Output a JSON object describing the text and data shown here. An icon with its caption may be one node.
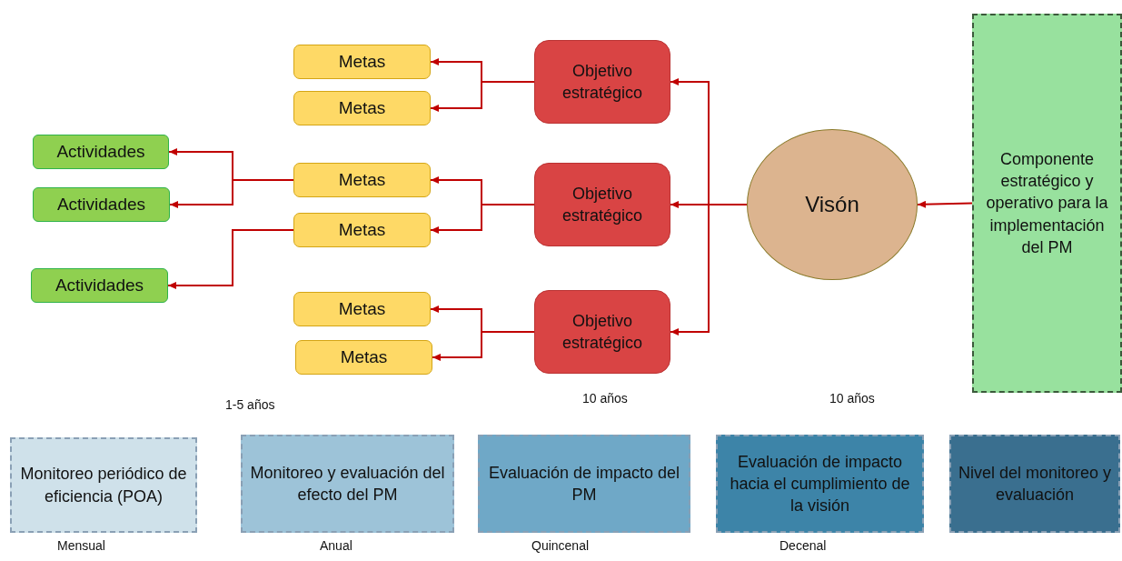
{
  "diagram": {
    "nodes": [
      {
        "text": [
          "Componente estratégico y operativo para la implementación del PM"
        ]
      },
      {
        "text": [
          "Visón"
        ]
      },
      {
        "text": [
          "Objetivo estratégico"
        ]
      },
      {
        "text": [
          "Objetivo estratégico"
        ]
      },
      {
        "text": [
          "Objetivo estratégico"
        ]
      },
      {
        "text": [
          "Metas"
        ]
      },
      {
        "text": [
          "Metas"
        ]
      },
      {
        "text": [
          "Metas"
        ]
      },
      {
        "text": [
          "Metas"
        ]
      },
      {
        "text": [
          "Metas"
        ]
      },
      {
        "text": [
          "Metas"
        ]
      },
      {
        "text": [
          "Actividades"
        ]
      },
      {
        "text": [
          "Actividades"
        ]
      },
      {
        "text": [
          "Actividades"
        ]
      },
      {
        "text": [
          "Monitoreo periódico de eficiencia (POA)"
        ]
      },
      {
        "text": [
          "Monitoreo y evaluación del efecto del PM"
        ]
      },
      {
        "text": [
          "Evaluación de impacto del PM"
        ]
      },
      {
        "text": [
          "Evaluación de impacto hacia el cumplimiento de la visión"
        ]
      },
      {
        "text": [
          "Nivel del monitoreo y evaluación"
        ]
      }
    ],
    "edges": [
      {
        "from": 0,
        "to": 1,
        "arrow": "to"
      },
      {
        "from": 1,
        "to": 2,
        "arrow": "to"
      },
      {
        "from": 1,
        "to": 3,
        "arrow": "to"
      },
      {
        "from": 1,
        "to": 4,
        "arrow": "to"
      },
      {
        "from": 2,
        "to": 5,
        "arrow": "to"
      },
      {
        "from": 2,
        "to": 6,
        "arrow": "to"
      },
      {
        "from": 3,
        "to": 7,
        "arrow": "to"
      },
      {
        "from": 3,
        "to": 8,
        "arrow": "to"
      },
      {
        "from": 4,
        "to": 9,
        "arrow": "to"
      },
      {
        "from": 4,
        "to": 10,
        "arrow": "to"
      },
      {
        "from": 7,
        "to": 11,
        "arrow": "to"
      },
      {
        "from": 7,
        "to": 12,
        "arrow": "to"
      },
      {
        "from": 8,
        "to": 13,
        "arrow": "to"
      }
    ],
    "labels": [
      "1-5 años",
      "10 años",
      "10 años",
      "Mensual",
      "Anual",
      "Quincenal",
      "Decenal"
    ]
  }
}
